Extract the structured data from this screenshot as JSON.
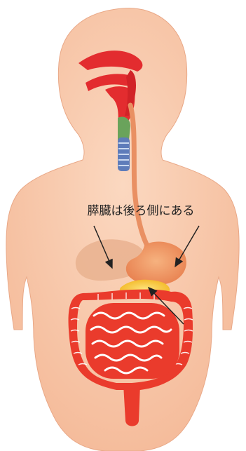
{
  "diagram": {
    "label": "膵臓は後ろ側にある",
    "colors": {
      "background": "#ffffff",
      "skin": "#f7c4a6",
      "skin_edge": "#e8a684",
      "mouth": "#e32c2f",
      "esophagus": "#e99063",
      "stomach": "#ef9a6a",
      "liver": "#e9b28f",
      "pancreas": "#f4c22e",
      "intestine": "#ea3b2c",
      "trachea_blue": "#5e7cba",
      "trachea_green": "#6aa35b",
      "arrow": "#222222"
    },
    "parts": [
      "head",
      "mouth",
      "trachea",
      "esophagus",
      "liver",
      "stomach",
      "pancreas",
      "large-intestine",
      "small-intestine",
      "rectum"
    ]
  }
}
